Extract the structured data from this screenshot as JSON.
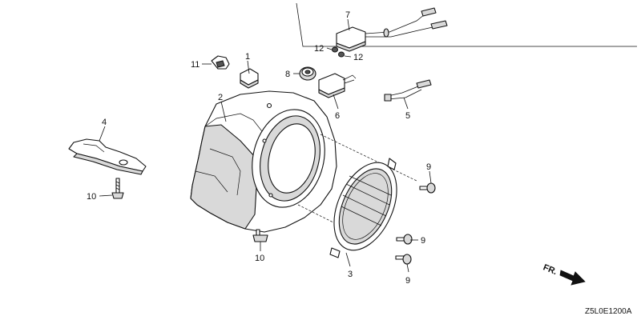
{
  "callouts": {
    "c1": "1",
    "c2": "2",
    "c3": "3",
    "c4": "4",
    "c5": "5",
    "c6": "6",
    "c7": "7",
    "c8": "8",
    "c9a": "9",
    "c9b": "9",
    "c9c": "9",
    "c10a": "10",
    "c10b": "10",
    "c11": "11",
    "c12a": "12",
    "c12b": "12"
  },
  "direction_label": "FR.",
  "diagram_code": "Z5L0E1200A"
}
